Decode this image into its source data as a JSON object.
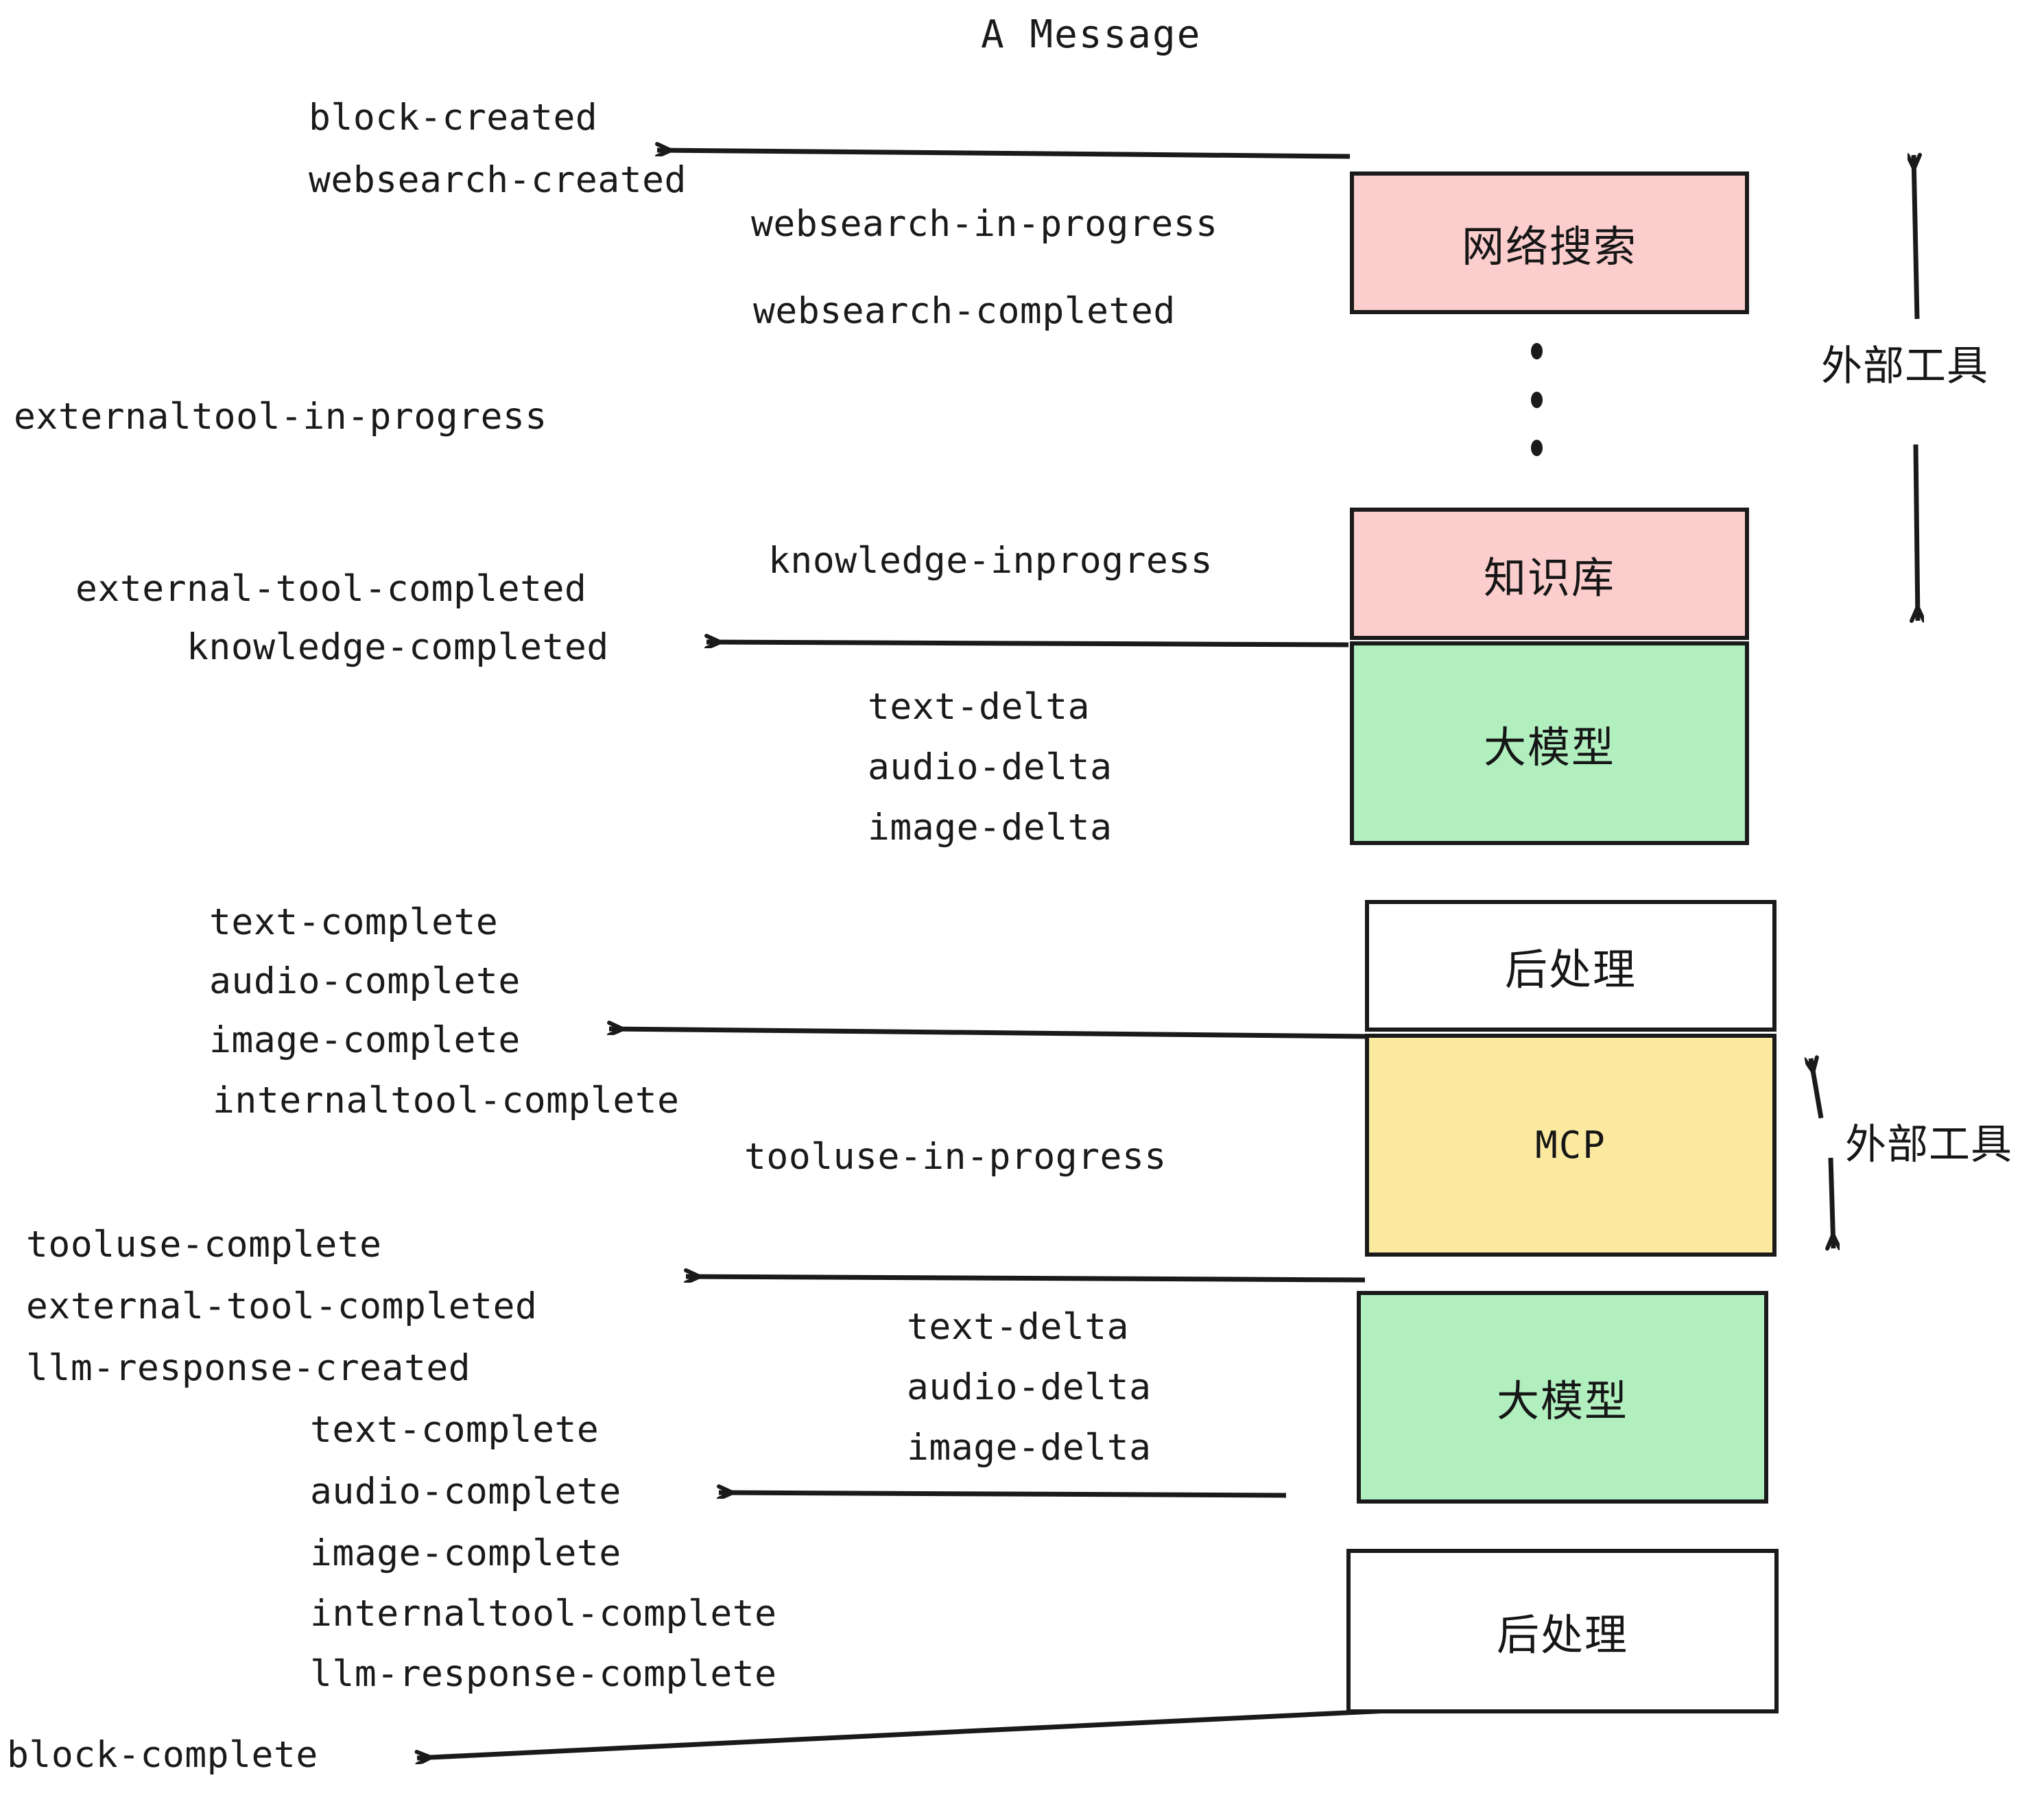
{
  "title": "A Message",
  "colors": {
    "pink": "#fbcdcd",
    "green": "#b1efbf",
    "yellow": "#fae99e",
    "white": "#ffffff",
    "stroke": "#1a1a1a",
    "text": "#1a1a1a",
    "background": "#ffffff"
  },
  "nodes": [
    {
      "id": "websearch",
      "label": "网络搜索",
      "fill": "pink"
    },
    {
      "id": "knowledge",
      "label": "知识库",
      "fill": "pink"
    },
    {
      "id": "llm-1",
      "label": "大模型",
      "fill": "green"
    },
    {
      "id": "postprocess-1",
      "label": "后处理",
      "fill": "white"
    },
    {
      "id": "mcp",
      "label": "MCP",
      "fill": "yellow"
    },
    {
      "id": "llm-2",
      "label": "大模型",
      "fill": "green"
    },
    {
      "id": "postprocess-2",
      "label": "后处理",
      "fill": "white"
    }
  ],
  "span_labels": [
    {
      "id": "external-tools-top",
      "label": "外部工具"
    },
    {
      "id": "external-tools-bottom",
      "label": "外部工具"
    }
  ],
  "events": [
    {
      "id": "block-created",
      "label": "block-created"
    },
    {
      "id": "websearch-created",
      "label": "websearch-created"
    },
    {
      "id": "websearch-in-progress",
      "label": "websearch-in-progress"
    },
    {
      "id": "websearch-completed",
      "label": "websearch-completed"
    },
    {
      "id": "externaltool-in-progress",
      "label": "externaltool-in-progress"
    },
    {
      "id": "knowledge-inprogress",
      "label": "knowledge-inprogress"
    },
    {
      "id": "external-tool-completed-1",
      "label": "external-tool-completed"
    },
    {
      "id": "knowledge-completed",
      "label": "knowledge-completed"
    },
    {
      "id": "text-delta-1",
      "label": "text-delta"
    },
    {
      "id": "audio-delta-1",
      "label": "audio-delta"
    },
    {
      "id": "image-delta-1",
      "label": "image-delta"
    },
    {
      "id": "text-complete-1",
      "label": "text-complete"
    },
    {
      "id": "audio-complete-1",
      "label": "audio-complete"
    },
    {
      "id": "image-complete-1",
      "label": "image-complete"
    },
    {
      "id": "internaltool-complete-1",
      "label": "internaltool-complete"
    },
    {
      "id": "tooluse-in-progress",
      "label": "tooluse-in-progress"
    },
    {
      "id": "tooluse-complete",
      "label": "tooluse-complete"
    },
    {
      "id": "external-tool-completed-2",
      "label": "external-tool-completed"
    },
    {
      "id": "llm-response-created",
      "label": "llm-response-created"
    },
    {
      "id": "text-delta-2",
      "label": "text-delta"
    },
    {
      "id": "audio-delta-2",
      "label": "audio-delta"
    },
    {
      "id": "image-delta-2",
      "label": "image-delta"
    },
    {
      "id": "text-complete-2",
      "label": "text-complete"
    },
    {
      "id": "audio-complete-2",
      "label": "audio-complete"
    },
    {
      "id": "image-complete-2",
      "label": "image-complete"
    },
    {
      "id": "internaltool-complete-2",
      "label": "internaltool-complete"
    },
    {
      "id": "llm-response-complete",
      "label": "llm-response-complete"
    },
    {
      "id": "block-complete",
      "label": "block-complete"
    }
  ]
}
